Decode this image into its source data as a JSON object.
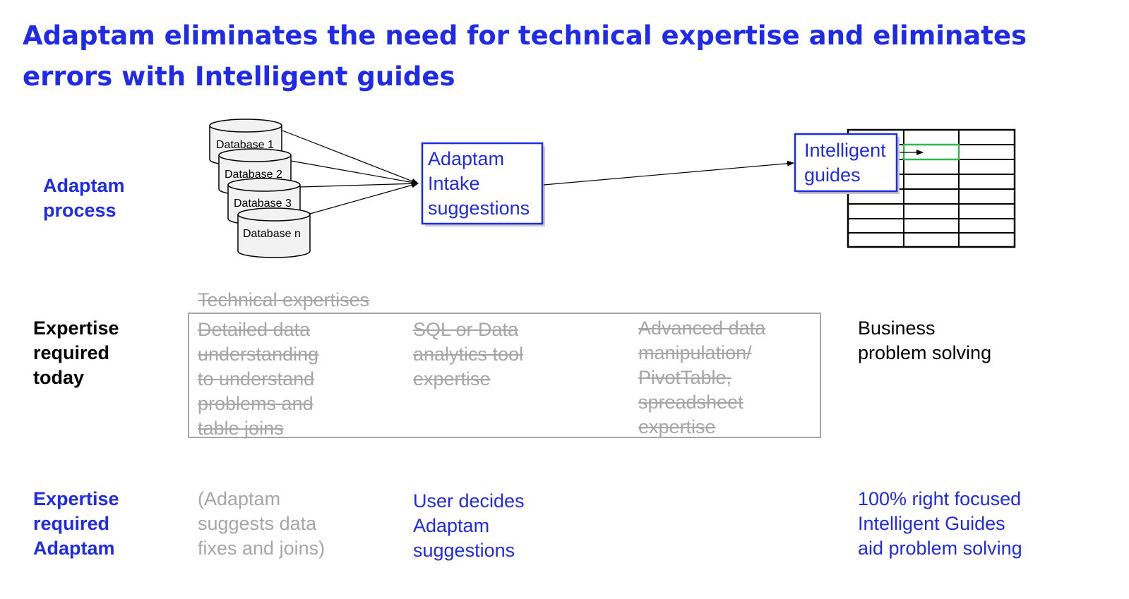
{
  "title": "Adaptam eliminates the need for technical expertise and eliminates errors with Intelligent guides",
  "rows": {
    "process_label": "Adaptam\nprocess",
    "today_label": "Expertise\nrequired\ntoday",
    "adaptam_label": "Expertise\nrequired\nAdaptam"
  },
  "diagram": {
    "databases": [
      "Database 1",
      "Database 2",
      "Database 3",
      "Database n"
    ],
    "intake_box": "Adaptam\nIntake\nsuggestions",
    "guides_box": "Intelligent\nguides"
  },
  "today": {
    "group_label": "Technical expertises",
    "col1": "Detailed data\nunderstanding\nto understand\nproblems and\ntable joins",
    "col2": "SQL or Data\nanalytics tool\nexpertise",
    "col3": "Advanced data\nmanipulation/\nPivotTable,\nspreadsheet\nexpertise",
    "col4": "Business\nproblem solving"
  },
  "adaptam": {
    "col1": "(Adaptam\nsuggests data\nfixes and joins)",
    "col2": "User decides\nAdaptam\nsuggestions",
    "col4": "100% right focused\nIntelligent Guides\naid problem solving"
  },
  "colors": {
    "accent_blue": "#1f2be8",
    "muted_gray": "#a6a6a6",
    "highlight_green": "#2db84d"
  }
}
